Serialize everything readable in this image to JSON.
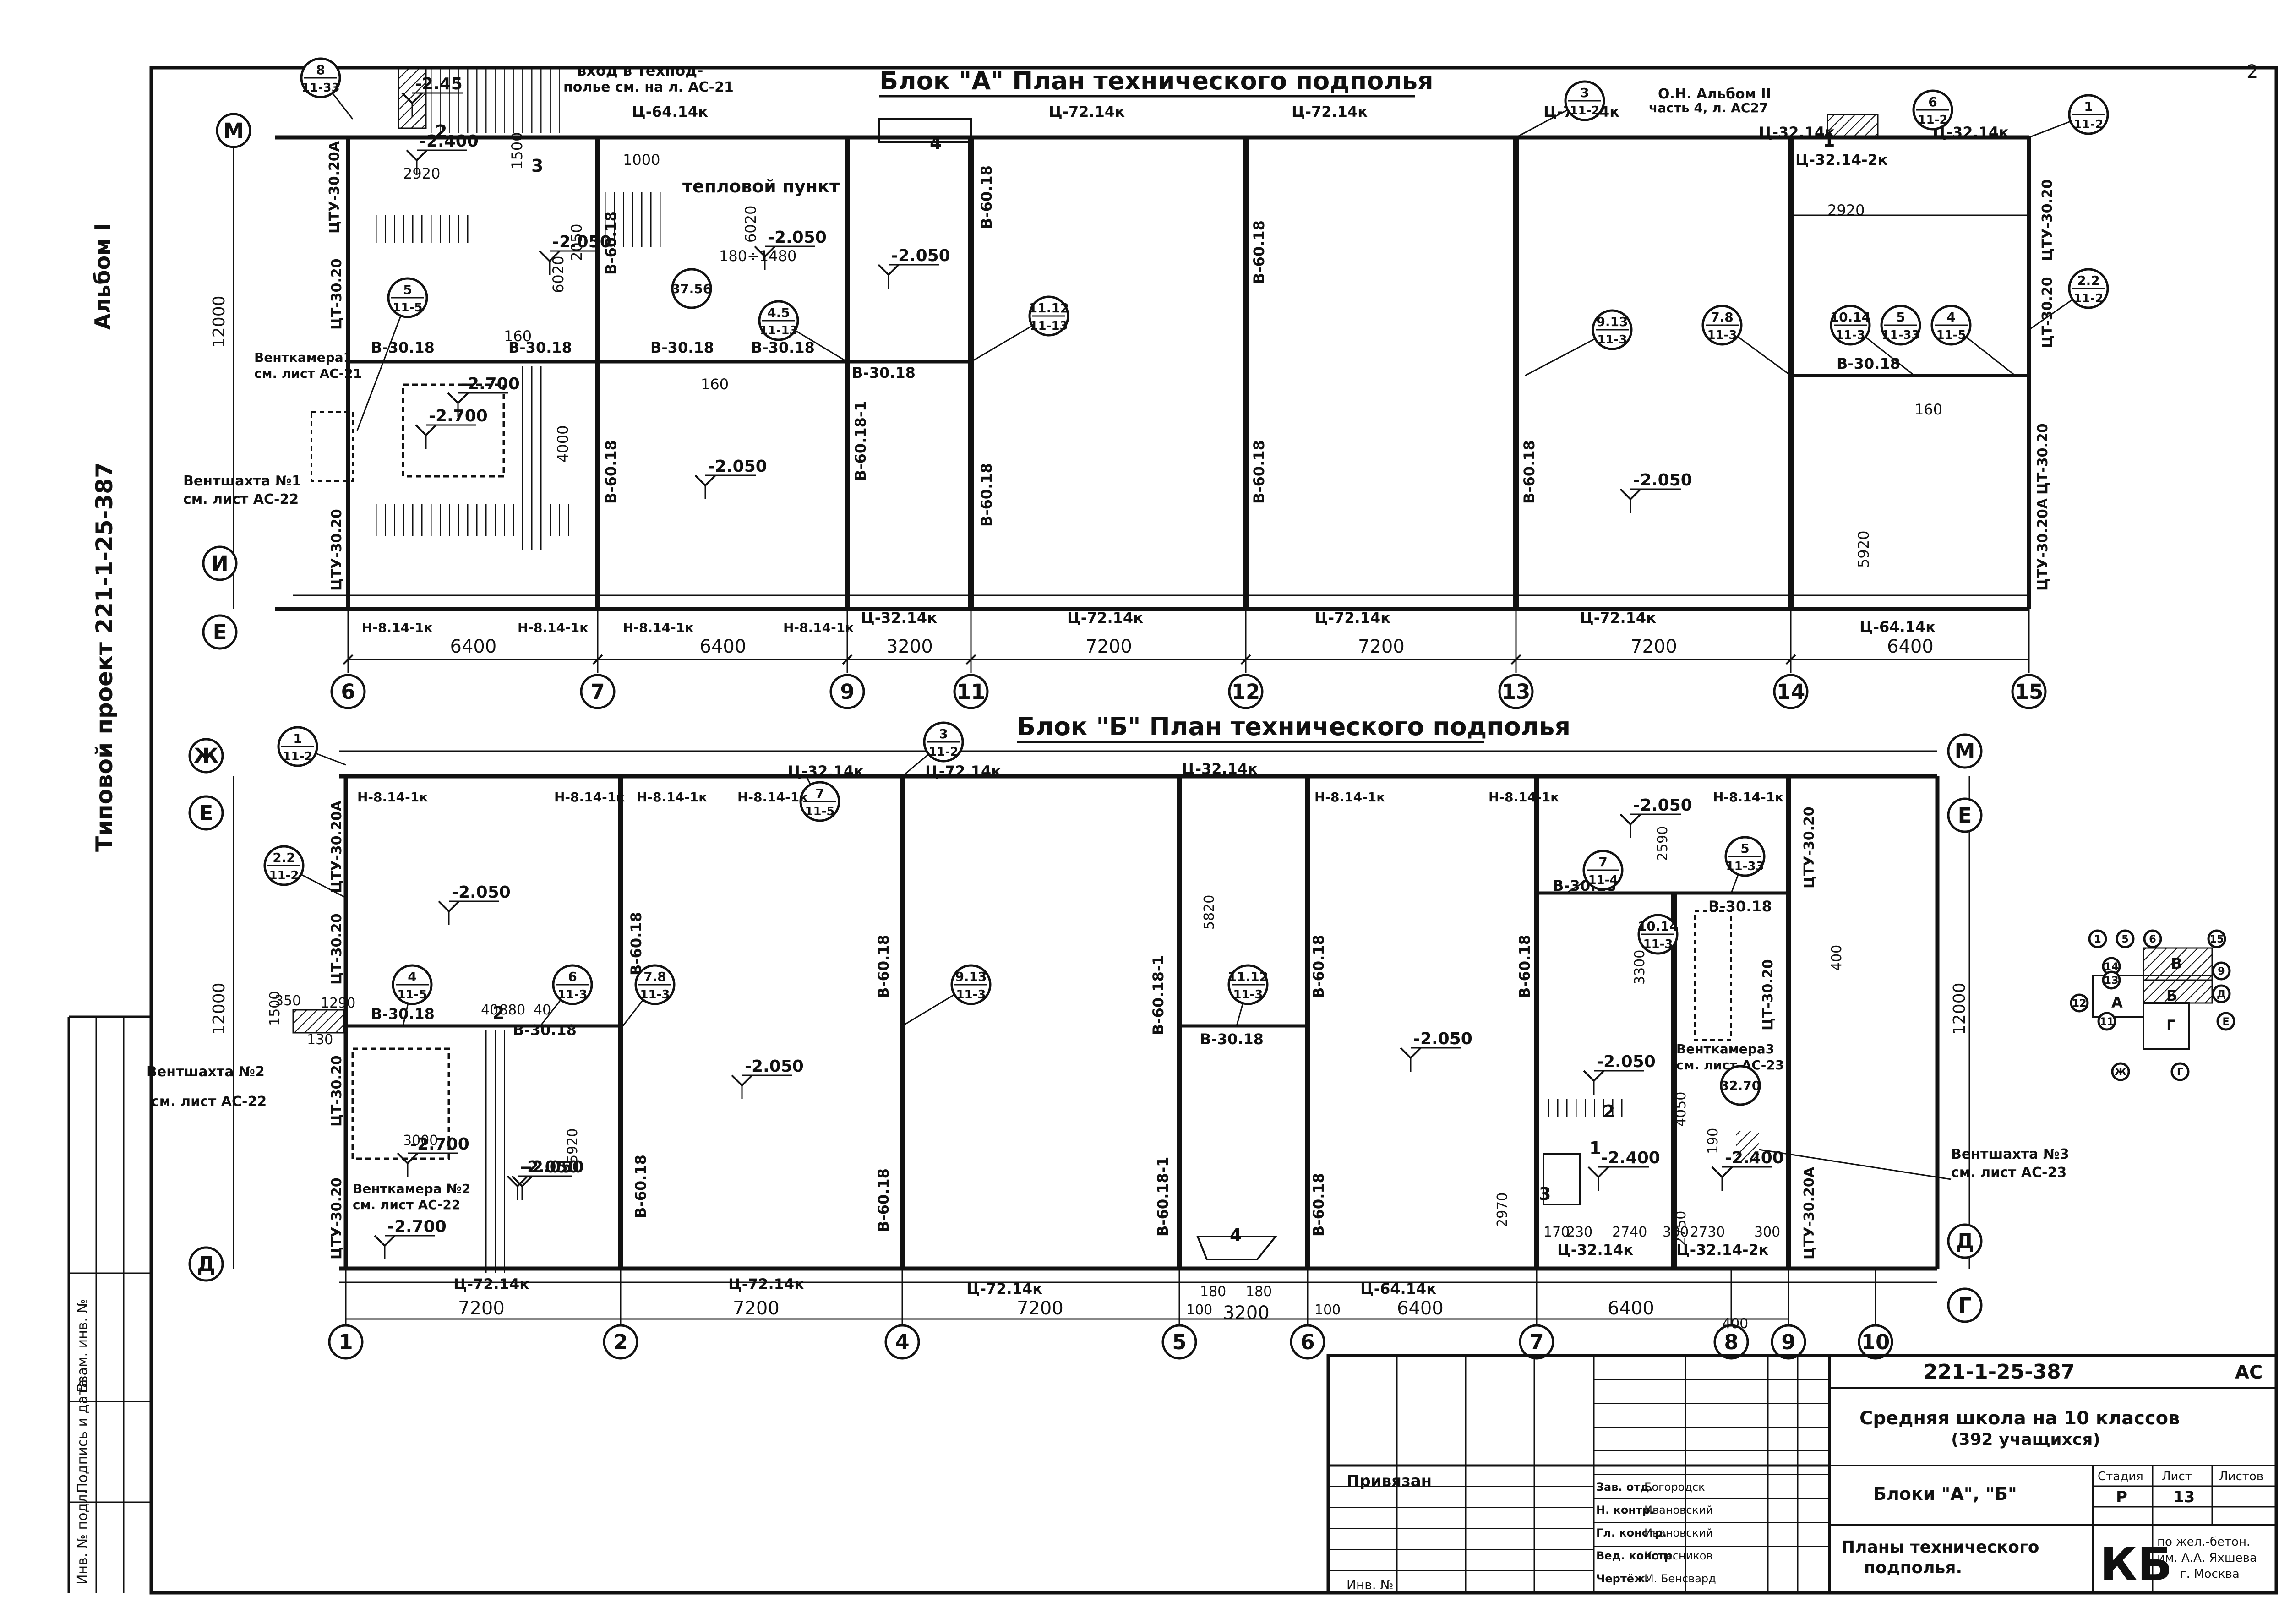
{
  "sheet": {
    "side_label_1": "Типовой проект 221-1-25-387",
    "side_label_2": "Альбом I",
    "stamp_side_1": "Инв. № подл.",
    "stamp_side_2": "Подпись и дата",
    "stamp_side_3": "Взам. инв. №",
    "corner_mark": "2"
  },
  "blockA": {
    "title": "Блок \"А\" План технического подполья",
    "entrance_note_1": "вход в техпод-",
    "entrance_note_2": "полье см. на л. АС-21",
    "heat_point": "тепловой пункт",
    "album_note_1": "О.Н. Альбом II",
    "album_note_2": "часть 4, л. АС27",
    "vent_chamber_1": "Венткамера1",
    "vent_chamber_1b": "см. лист АС-21",
    "vent_shaft_1": "Вентшахта №1",
    "vent_shaft_1b": "см. лист АС-22",
    "axes_bottom": [
      "6",
      "7",
      "9",
      "11",
      "12",
      "13",
      "14",
      "15"
    ],
    "axes_left": [
      "М",
      "И",
      "Е"
    ],
    "spans": [
      "6400",
      "6400",
      "3200",
      "7200",
      "7200",
      "7200",
      "6400"
    ],
    "depth": "12000",
    "beams_top": [
      "Ц-64.14к",
      "Ц-72.14к",
      "Ц-72.14к",
      "Ц-72.14к",
      "Ц-32.14к",
      "Ц-32.14-2к",
      "Ц-32.14к"
    ],
    "beams_bottom": [
      "Ц-32.14к",
      "Ц-72.14к",
      "Ц-72.14к",
      "Ц-72.14к",
      "Ц-64.14к"
    ],
    "lintels": [
      "Н-8.14-1к",
      "Н-8.14-1к",
      "Н-8.14-1к",
      "Н-8.14-1к"
    ],
    "walls": [
      "В-60.18",
      "В-60.18",
      "В-60.18-1",
      "В-60.18",
      "В-60.18",
      "В-60.18",
      "В-60.18",
      "В-60.18"
    ],
    "partitions": [
      "В-30.18",
      "В-30.18",
      "В-30.18",
      "В-30.18",
      "В-30.18",
      "В-30.18"
    ],
    "columns": [
      "ЦТУ-30.20А",
      "ЦТ-30.20",
      "ЦТУ-30.20",
      "ЦТУ-30.20",
      "ЦТ-30.20",
      "ЦТ-30.20",
      "ЦТУ-30.20А"
    ],
    "levels": [
      "-2.45",
      "-2.400",
      "-2.050",
      "-2.700",
      "-2.700",
      "-2.050",
      "-2.050",
      "-2.050",
      "-2.050"
    ],
    "dims_inner": [
      "2920",
      "6020",
      "4000",
      "6020",
      "160",
      "160",
      "1000",
      "180÷1480",
      "2920",
      "5920",
      "160",
      "2050",
      "1500"
    ],
    "callouts": [
      "8/11-33",
      "5/11-5",
      "37.56",
      "4.5/11-13",
      "11.12/11-13",
      "9.13/11-3",
      "7.8/11-3",
      "10.14/11-3",
      "5/11-33",
      "4/11-5",
      "3/11-2",
      "6/11-2",
      "1/11-2",
      "2.2/11-2"
    ],
    "stair_numbers": [
      "2",
      "3",
      "4",
      "1"
    ]
  },
  "blockB": {
    "title": "Блок \"Б\" План технического подполья",
    "vent_shaft_2": "Вентшахта №2",
    "vent_shaft_2b": "см. лист АС-22",
    "vent_chamber_2": "Венткамера №2",
    "vent_chamber_2b": "см. лист АС-22",
    "vent_chamber_3": "Венткамера3",
    "vent_chamber_3b": "см. лист АС-23",
    "vent_shaft_3": "Вентшахта №3",
    "vent_shaft_3b": "см. лист АС-23",
    "axes_bottom": [
      "1",
      "2",
      "4",
      "5",
      "6",
      "7",
      "8",
      "9",
      "10"
    ],
    "axes_left": [
      "Ж",
      "Е",
      "Д"
    ],
    "axes_right": [
      "М",
      "Е",
      "Д",
      "Г"
    ],
    "spans": [
      "7200",
      "7200",
      "7200",
      "3200",
      "6400",
      "6400"
    ],
    "depth": "12000",
    "beams_top": [
      "Ц-32.14к",
      "Ц-72.14к",
      "Ц-32.14к"
    ],
    "beams_bottom": [
      "Ц-72.14к",
      "Ц-72.14к",
      "Ц-72.14к",
      "Ц-64.14к",
      "Ц-32.14к",
      "Ц-32.14-2к"
    ],
    "lintels": [
      "Н-8.14-1к",
      "Н-8.14-1к",
      "Н-8.14-1к",
      "Н-8.14-1к",
      "Н-8.14-1к",
      "Н-8.14-1к",
      "Н-8.14-1к"
    ],
    "walls": [
      "В-60.18",
      "В-60.18",
      "В-60.18",
      "В-60.18",
      "В-60.18-1",
      "В-60.18-1",
      "В-60.18",
      "В-60.18",
      "В-60.18"
    ],
    "partitions": [
      "В-30.18",
      "В-30.18",
      "В-30.18",
      "В-30.18",
      "В-30.18"
    ],
    "columns": [
      "ЦТУ-30.20А",
      "ЦТ-30.20",
      "ЦТ-30.20",
      "ЦТУ-30.20",
      "ЦТУ-30.20",
      "ЦТУ-30.20А",
      "ЦТ-30.20"
    ],
    "levels": [
      "-2.050",
      "-2.050",
      "-2.050",
      "-2.050",
      "-2.050",
      "-2.700",
      "-2.700",
      "-2.050",
      "-2.400",
      "-2.400",
      "-2.050"
    ],
    "dims_inner": [
      "5820",
      "5920",
      "3000",
      "2970",
      "3300",
      "4050",
      "2750",
      "2590",
      "400",
      "190",
      "180",
      "180",
      "100",
      "100",
      "170",
      "230",
      "2740",
      "300",
      "2730",
      "300",
      "400",
      "1500",
      "1290",
      "350",
      "130",
      "40",
      "880",
      "40"
    ],
    "callouts": [
      "1/11-2",
      "2.2/11-2",
      "4/11-5",
      "6/11-3",
      "7.8/11-3",
      "9.13/11-3",
      "11.12/11-3",
      "7/11-5",
      "3/11-2",
      "7/11-4",
      "10.14/11-3",
      "5/11-33",
      "32.70"
    ],
    "stair_numbers": [
      "2",
      "3",
      "1",
      "2",
      "4"
    ]
  },
  "keyplan": {
    "axes": [
      "1",
      "5",
      "6",
      "15",
      "14",
      "13",
      "12",
      "11",
      "9",
      "Д",
      "Е",
      "Ж",
      "Г"
    ],
    "blocks": [
      "А",
      "Б",
      "В",
      "Г"
    ]
  },
  "titleblock": {
    "project_code": "221-1-25-387",
    "sheet_code": "АС",
    "object_1": "Средняя школа на 10 классов",
    "object_2": "(392 учащихся)",
    "blocks": "Блоки \"А\", \"Б\"",
    "drawing_1": "Планы технического",
    "drawing_2": "подполья.",
    "stage_h": "Стадия",
    "sheet_h": "Лист",
    "sheets_h": "Листов",
    "stage": "Р",
    "sheet": "13",
    "tied": "Привязан",
    "inv": "Инв. №",
    "org_1": "по жел.-бетон.",
    "org_2": "им. А.А. Яхшева",
    "org_3": "г. Москва",
    "kb": "КБ",
    "roles": [
      "Зав. отд.",
      "Н. контр.",
      "Гл. констр.",
      "Вед. констр.",
      "Чертёж."
    ],
    "names": [
      "Богородск",
      "Ивановский",
      "Ивановский",
      "Колесников",
      "М. Бенсвард"
    ]
  }
}
